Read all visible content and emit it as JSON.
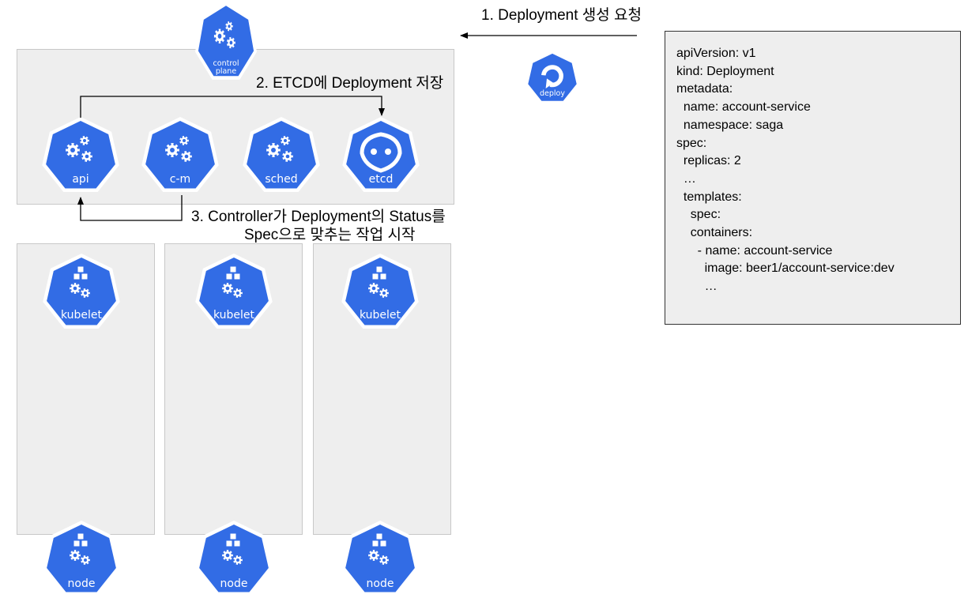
{
  "icon_color": "#326ce5",
  "icons": {
    "control_plane": {
      "label": "control\nplane",
      "icon": "gears-icon"
    },
    "deploy": {
      "label": "deploy",
      "icon": "refresh-icon"
    },
    "api": {
      "label": "api",
      "icon": "gears-icon"
    },
    "cm": {
      "label": "c-m",
      "icon": "gears-icon"
    },
    "sched": {
      "label": "sched",
      "icon": "gears-icon"
    },
    "etcd": {
      "label": "etcd",
      "icon": "etcd-icon"
    },
    "kubelet": {
      "label": "kubelet",
      "icon": "cubes-gears-icon"
    },
    "node": {
      "label": "node",
      "icon": "cubes-gears-icon"
    }
  },
  "annotations": {
    "step1": "1. Deployment 생성 요청",
    "step2": "2. ETCD에 Deployment 저장",
    "step3_line1": "3. Controller가 Deployment의 Status를",
    "step3_line2": "Spec으로 맞추는 작업 시작"
  },
  "yaml_lines": [
    "apiVersion: v1",
    "kind: Deployment",
    "metadata:",
    "  name: account-service",
    "  namespace: saga",
    "spec:",
    "  replicas: 2",
    "  …",
    "  templates:",
    "    spec:",
    "    containers:",
    "      - name: account-service",
    "        image: beer1/account-service:dev",
    "        …"
  ]
}
